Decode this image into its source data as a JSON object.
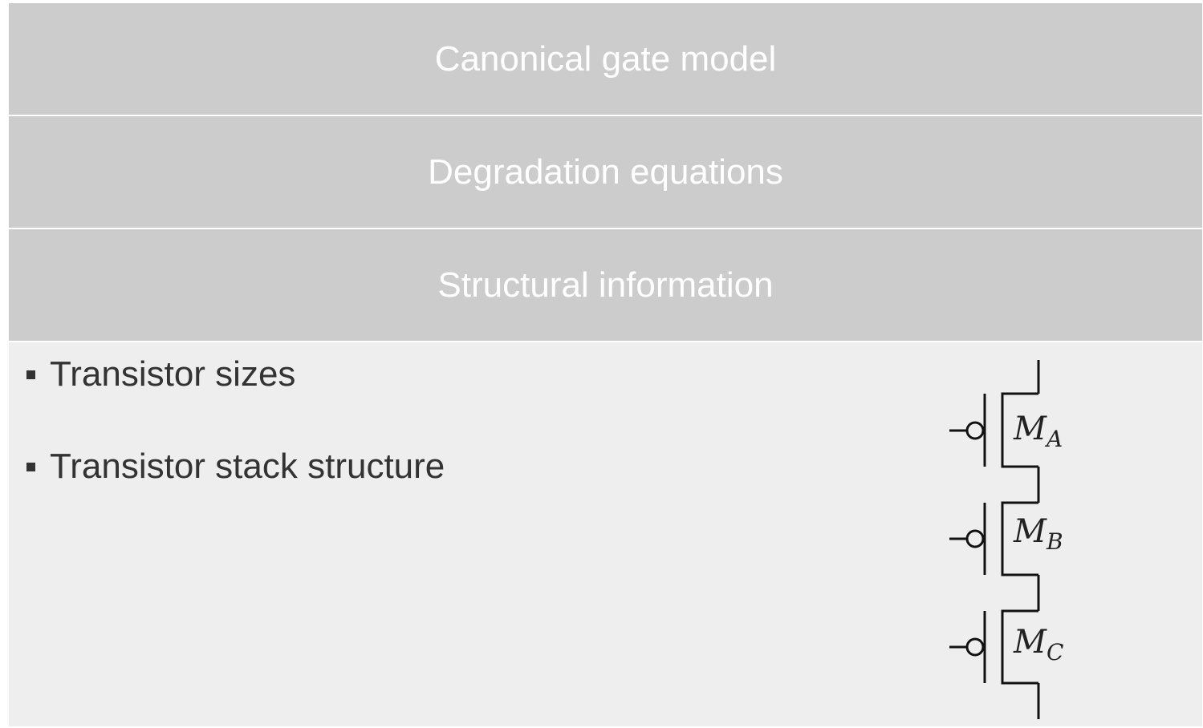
{
  "header_bands": [
    {
      "label": "Canonical gate model"
    },
    {
      "label": "Degradation equations"
    },
    {
      "label": "Structural information"
    }
  ],
  "bullets": [
    {
      "text": "Transistor sizes"
    },
    {
      "text": "Transistor stack structure"
    }
  ],
  "transistors": [
    {
      "main": "M",
      "sub": "A"
    },
    {
      "main": "M",
      "sub": "B"
    },
    {
      "main": "M",
      "sub": "C"
    }
  ],
  "colors": {
    "band_bg": "#cccccc",
    "band_text": "#ffffff",
    "content_bg": "#eeeeee",
    "body_text": "#333333"
  }
}
